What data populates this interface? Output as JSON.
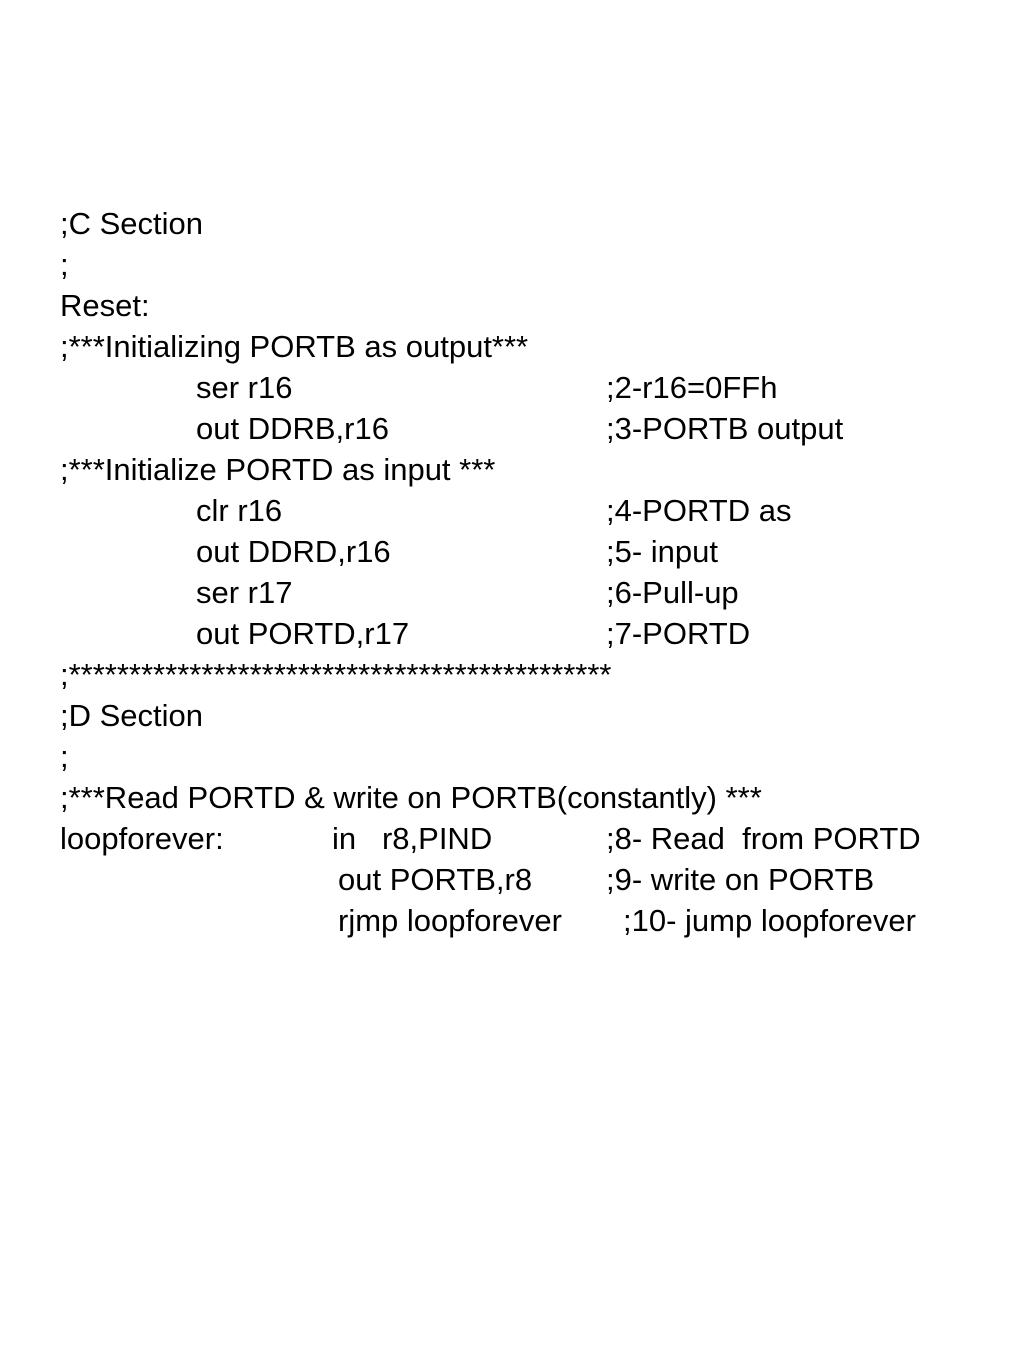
{
  "lines": {
    "c_section": ";C Section",
    "semi1": ";",
    "reset": "Reset:",
    "init_portb": ";***Initializing PORTB as output***",
    "l2_code": "ser r16",
    "l2_comment": ";2-r16=0FFh",
    "l3_code": "out DDRB,r16",
    "l3_comment": ";3-PORTB output",
    "init_portd": ";***Initialize PORTD as input ***",
    "l4_code": "clr r16",
    "l4_comment": ";4-PORTD as",
    "l5_code": "out DDRD,r16",
    "l5_comment": ";5- input",
    "l6_code": "ser r17",
    "l6_comment": ";6-Pull-up",
    "l7_code": "out PORTD,r17",
    "l7_comment": ";7-PORTD",
    "separator": ";*********************************************",
    "d_section": ";D Section",
    "semi2": ";",
    "read_write": ";***Read PORTD & write on PORTB(constantly) ***",
    "loop_label": "loopforever:",
    "l8_code": "in   r8,PIND",
    "l8_comment": ";8- Read  from PORTD",
    "l9_code": "out PORTB,r8",
    "l9_comment": ";9- write on PORTB",
    "l10_code": "rjmp loopforever",
    "l10_comment": ";10- jump loopforever"
  }
}
